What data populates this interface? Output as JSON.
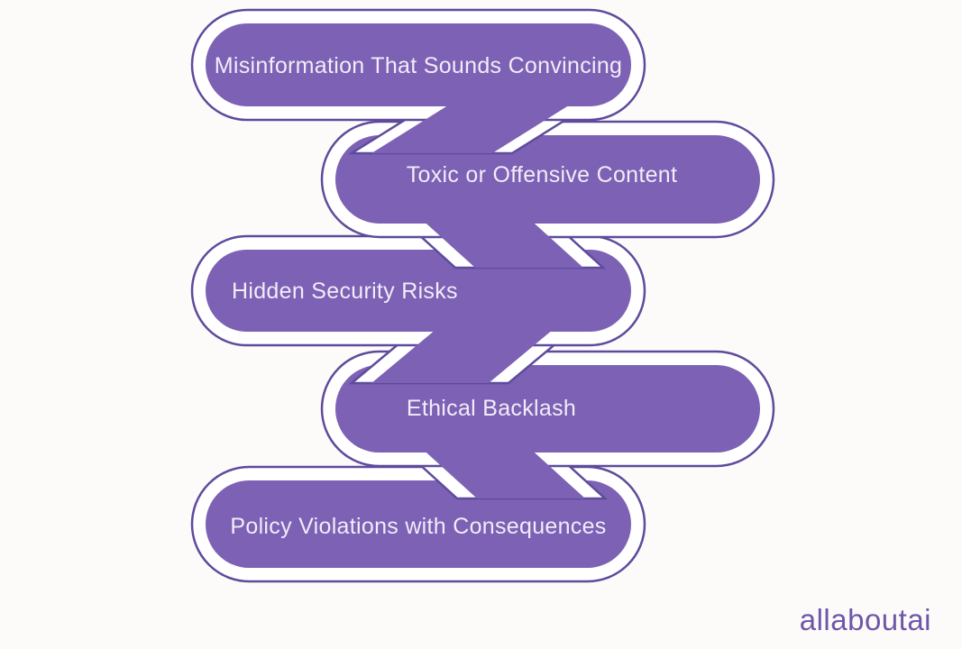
{
  "diagram": {
    "description": "Zigzag flow diagram of five AI risk categories",
    "steps": [
      {
        "label": "Misinformation That Sounds Convincing"
      },
      {
        "label": "Toxic or Offensive Content"
      },
      {
        "label": "Hidden Security Risks"
      },
      {
        "label": "Ethical Backlash"
      },
      {
        "label": "Policy Violations with Consequences"
      }
    ]
  },
  "branding": {
    "logo_text": "allaboutai"
  },
  "colors": {
    "shape_fill": "#7C61B4",
    "outline_stroke": "#5E4B9C",
    "label_text": "#F2ECF8",
    "background": "#FCFBF9",
    "outline_gap": "#FFFFFF",
    "logo_color": "#6E57A9"
  }
}
